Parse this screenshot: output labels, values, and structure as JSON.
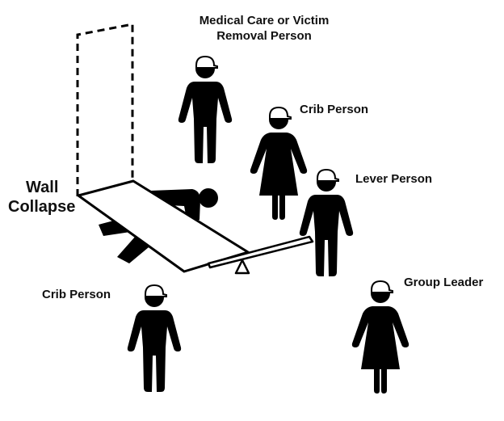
{
  "labels": {
    "medical_line1": "Medical Care or Victim",
    "medical_line2": "Removal Person",
    "crib_person_right": "Crib Person",
    "lever_person": "Lever Person",
    "group_leader": "Group Leader",
    "crib_person_left": "Crib Person",
    "wall_line1": "Wall",
    "wall_line2": "Collapse"
  },
  "colors": {
    "ink": "#000000",
    "background": "#ffffff"
  },
  "icons": {
    "figure_male": "person-with-cap-icon",
    "figure_female": "person-in-dress-with-cap-icon",
    "fulcrum": "triangle-fulcrum-icon"
  }
}
